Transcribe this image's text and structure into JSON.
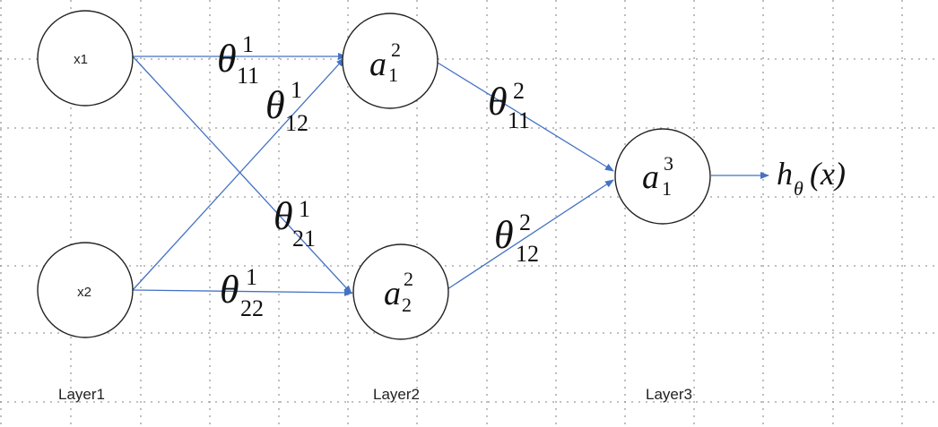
{
  "colors": {
    "edge": "#4472c4",
    "node_stroke": "#222222",
    "grid": "#9a9a9a"
  },
  "nodes": {
    "x1": {
      "label": "x1"
    },
    "x2": {
      "label": "x2"
    },
    "a12": {
      "symbol": "a",
      "sup": "2",
      "sub": "1"
    },
    "a22": {
      "symbol": "a",
      "sup": "2",
      "sub": "2"
    },
    "a13": {
      "symbol": "a",
      "sup": "3",
      "sub": "1"
    }
  },
  "weights": {
    "w11_1": {
      "symbol": "θ",
      "sup": "1",
      "sub": "11"
    },
    "w12_1": {
      "symbol": "θ",
      "sup": "1",
      "sub": "12"
    },
    "w21_1": {
      "symbol": "θ",
      "sup": "1",
      "sub": "21"
    },
    "w22_1": {
      "symbol": "θ",
      "sup": "1",
      "sub": "22"
    },
    "w11_2": {
      "symbol": "θ",
      "sup": "2",
      "sub": "11"
    },
    "w12_2": {
      "symbol": "θ",
      "sup": "2",
      "sub": "12"
    }
  },
  "output": {
    "h": "h",
    "theta": "θ",
    "arg": "(x)"
  },
  "layers": {
    "layer1": "Layer1",
    "layer2": "Layer2",
    "layer3": "Layer3"
  }
}
